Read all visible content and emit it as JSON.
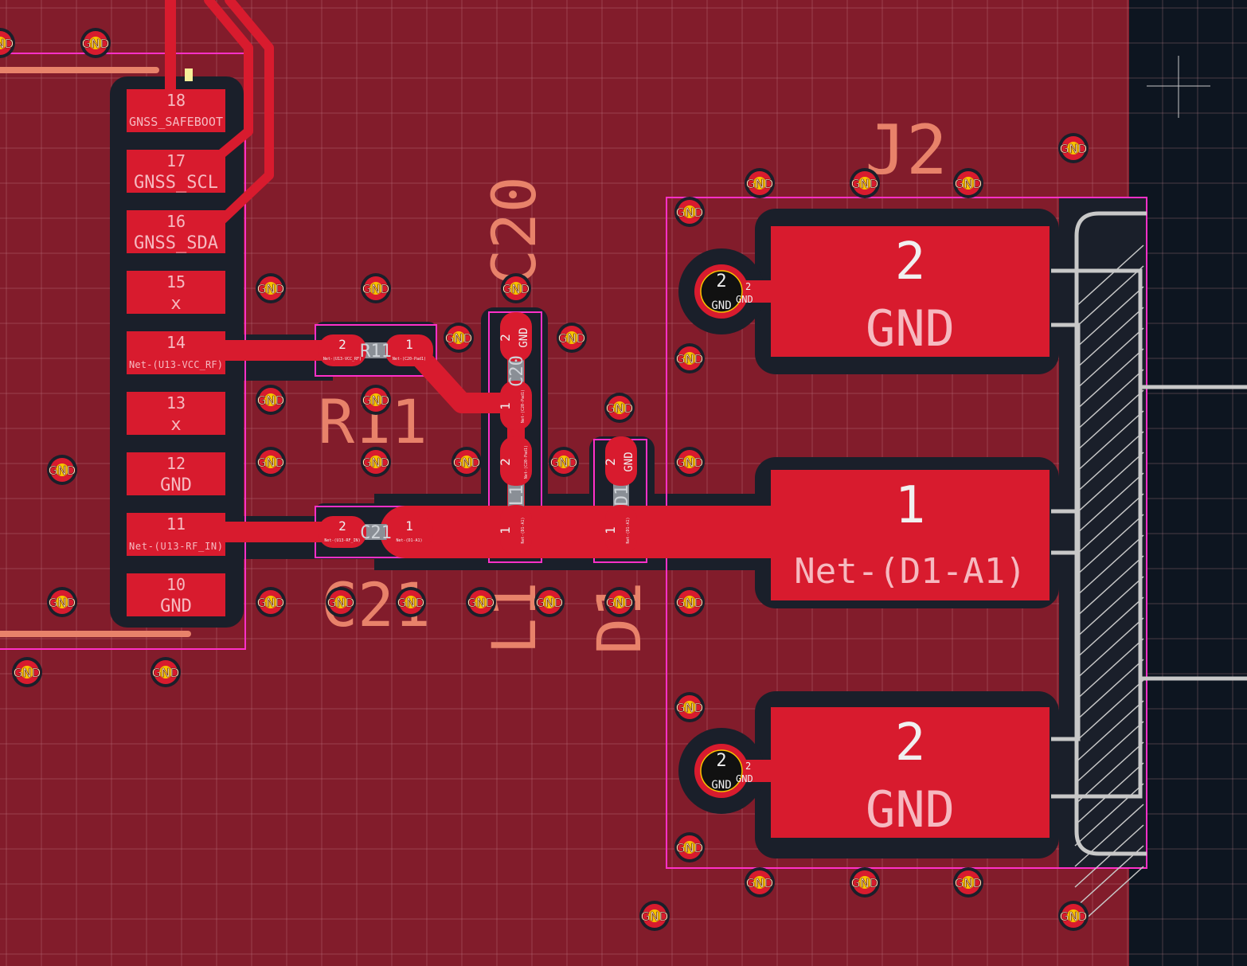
{
  "colors": {
    "board_bg": "#0d1520",
    "copper_fill": "#821c2b",
    "copper": "#d81b2e",
    "clearance": "#1a1f2a",
    "grid": "#c98a95",
    "courtyard": "#ff30c8",
    "silkscreen": "#e8826a",
    "fab": "#f5ef9a",
    "via_ring": "#d81b2e",
    "via_hole": "#f6c400",
    "connector_body": "#c8c8c8",
    "pad_label": "#f0f0f0",
    "pad_label_muted": "#f6b9c0"
  },
  "pcb": {
    "module_pins": [
      {
        "number": "18",
        "net": "GNSS_SAFEBOOT"
      },
      {
        "number": "17",
        "net": "GNSS_SCL"
      },
      {
        "number": "16",
        "net": "GNSS_SDA"
      },
      {
        "number": "15",
        "net": "x"
      },
      {
        "number": "14",
        "net": "Net-(U13-VCC_RF)"
      },
      {
        "number": "13",
        "net": "x"
      },
      {
        "number": "12",
        "net": "GND"
      },
      {
        "number": "11",
        "net": "Net-(U13-RF_IN)"
      },
      {
        "number": "10",
        "net": "GND"
      }
    ],
    "components": [
      {
        "ref": "R11",
        "pad_left": "2",
        "pad_right": "1",
        "net_left": "Net-(U13-VCC_RF)",
        "net_right": "Net-(C20-Pad1)"
      },
      {
        "ref": "C21",
        "pad_left": "2",
        "pad_right": "1",
        "net_left": "Net-(U13-RF_IN)",
        "net_right": "Net-(D1-A1)"
      },
      {
        "ref": "C20",
        "pad_top": "2",
        "pad_bottom": "1",
        "net_top": "GND",
        "net_bottom": "Net-(C20-Pad1)"
      },
      {
        "ref": "L1",
        "pad_top": "2",
        "pad_bottom": "1",
        "net_top": "Net-(C20-Pad1)",
        "net_bottom": "Net-(D1-A1)"
      },
      {
        "ref": "D1",
        "pad_top": "2",
        "pad_bottom": "1",
        "net_top": "GND",
        "net_bottom": "Net-(D1-A1)"
      }
    ],
    "connector": {
      "ref": "J2",
      "pads": [
        {
          "number": "2",
          "net": "GND"
        },
        {
          "number": "1",
          "net": "Net-(D1-A1)"
        },
        {
          "number": "2",
          "net": "GND"
        }
      ],
      "mount_holes": [
        {
          "number": "2",
          "net": "GND"
        },
        {
          "number": "2",
          "net": "GND"
        }
      ]
    },
    "via_label": "GND",
    "via_count": 40
  }
}
